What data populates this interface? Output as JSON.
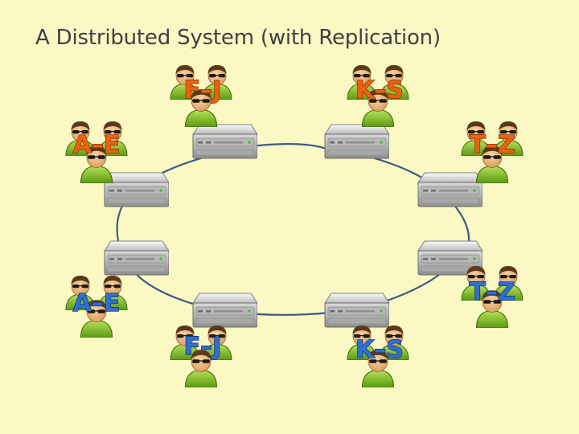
{
  "slide": {
    "title": "A Distributed System (with Replication)"
  },
  "colors": {
    "background": "#fbf8c4",
    "ring": "#3b5b86",
    "primary_label": "#e8620f",
    "replica_label": "#2f6fd0"
  },
  "servers": [
    {
      "id": "server-1",
      "icon": "server-icon"
    },
    {
      "id": "server-2",
      "icon": "server-icon"
    },
    {
      "id": "server-3",
      "icon": "server-icon"
    },
    {
      "id": "server-4",
      "icon": "server-icon"
    },
    {
      "id": "server-5",
      "icon": "server-icon"
    },
    {
      "id": "server-6",
      "icon": "server-icon"
    },
    {
      "id": "server-7",
      "icon": "server-icon"
    },
    {
      "id": "server-8",
      "icon": "server-icon"
    }
  ],
  "user_groups": [
    {
      "label": "F–J",
      "role": "primary",
      "icon": "users-group-icon"
    },
    {
      "label": "K–S",
      "role": "primary",
      "icon": "users-group-icon"
    },
    {
      "label": "A–E",
      "role": "primary",
      "icon": "users-group-icon"
    },
    {
      "label": "T–Z",
      "role": "primary",
      "icon": "users-group-icon"
    },
    {
      "label": "A–E",
      "role": "replica",
      "icon": "users-group-icon"
    },
    {
      "label": "T–Z",
      "role": "replica",
      "icon": "users-group-icon"
    },
    {
      "label": "F–J",
      "role": "replica",
      "icon": "users-group-icon"
    },
    {
      "label": "K–S",
      "role": "replica",
      "icon": "users-group-icon"
    }
  ]
}
